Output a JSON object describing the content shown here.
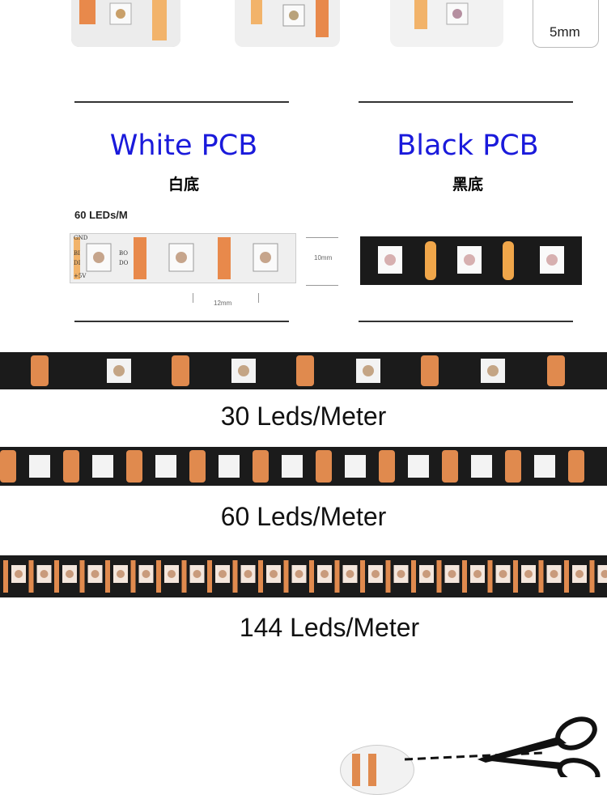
{
  "top_row": {
    "dimension_label": "5mm"
  },
  "pcb_options": [
    {
      "title": "White PCB",
      "subtitle": "白底"
    },
    {
      "title": "Black PCB",
      "subtitle": "黑底"
    }
  ],
  "density_note": "60 LEDs/M",
  "strip_pad_labels": [
    "GND",
    "BI",
    "BO",
    "DI",
    "DO",
    "+5V"
  ],
  "dimension_labels": {
    "height": "10mm",
    "pitch": "12mm"
  },
  "densities": [
    {
      "label": "30  Leds/Meter",
      "leds_per_meter": 30
    },
    {
      "label": "60  Leds/Meter",
      "leds_per_meter": 60
    },
    {
      "label": "144  Leds/Meter",
      "leds_per_meter": 144
    }
  ],
  "colors": {
    "title_blue": "#1a1adb",
    "pad_orange": "#f0a64a",
    "copper": "#e08a4e",
    "black_pcb": "#1a1a1a",
    "white_pcb": "#eeeeee"
  },
  "icons": [
    "scissors-icon",
    "led-chip-icon"
  ]
}
